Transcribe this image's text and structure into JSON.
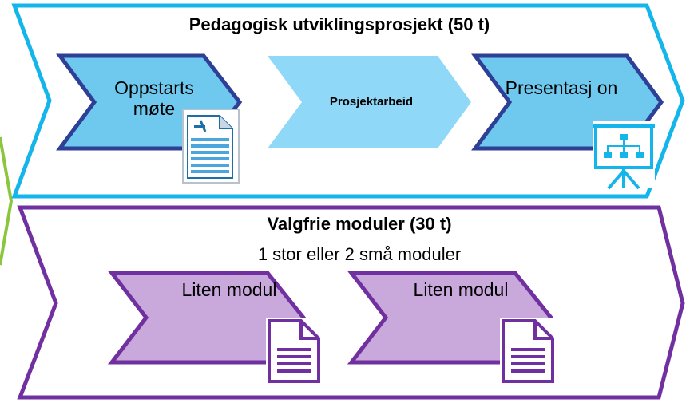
{
  "top_band": {
    "title": "Pedagogisk utviklingsprosjekt (50 t)",
    "color": "#13b5ea",
    "steps": [
      {
        "label": "Oppstarts møte",
        "icon": "document-icon"
      },
      {
        "label": "Prosjektarbeid",
        "icon": ""
      },
      {
        "label": "Presentasj on",
        "icon": "presentation-board-icon"
      }
    ]
  },
  "bottom_band": {
    "title": "Valgfrie moduler (30 t)",
    "subtitle": "1 stor eller 2 små moduler",
    "color": "#7030a0",
    "modules": [
      {
        "label": "Liten modul",
        "icon": "document-icon"
      },
      {
        "label": "Liten modul",
        "icon": "document-icon"
      }
    ]
  },
  "colors": {
    "step_fill": "#6fc9ef",
    "step_outline": "#2e3f96",
    "middle_fill": "#8fd8f7",
    "module_fill": "#c9a8dc",
    "module_outline": "#7030a0",
    "left_arrow": "#8cc63f"
  }
}
